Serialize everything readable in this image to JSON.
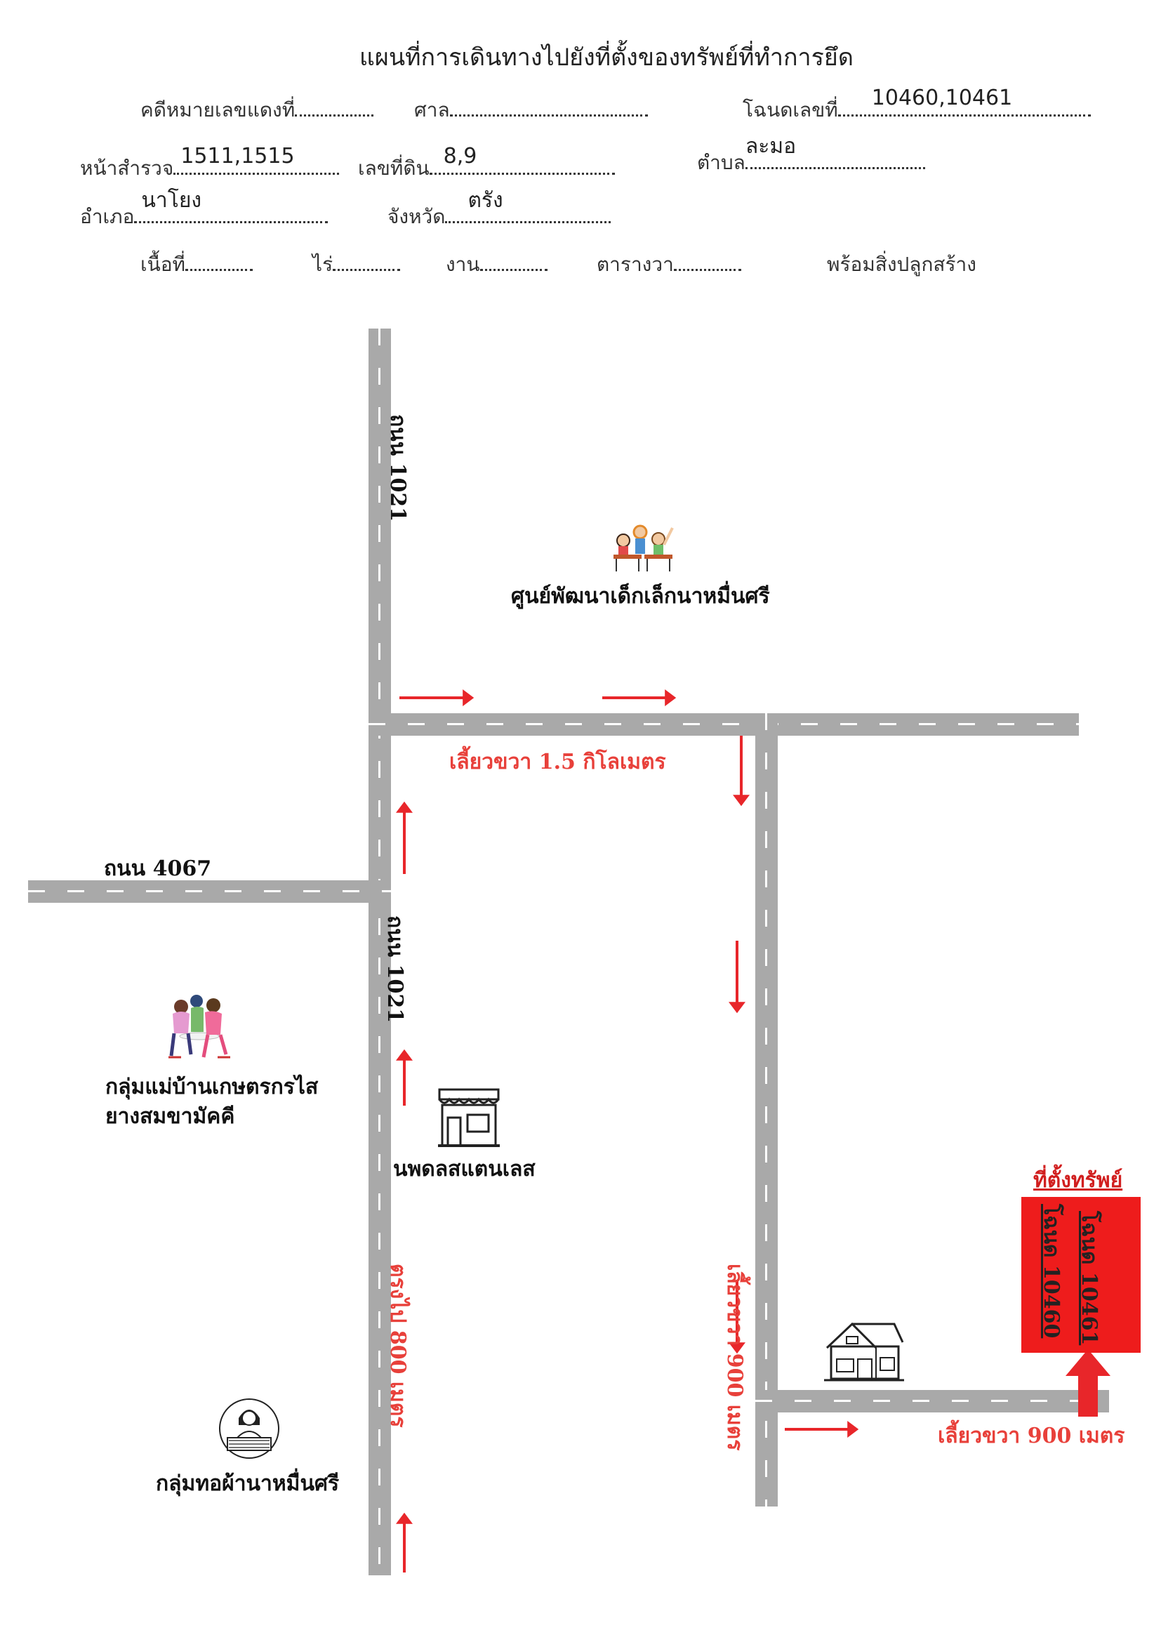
{
  "header": {
    "title": "แผนที่การเดินทางไปยังที่ตั้งของทรัพย์ที่ทำการยึด",
    "case_label": "คดีหมายเลขแดงที่",
    "case_value": "",
    "court_label": "ศาล",
    "court_value": "",
    "deed_label": "โฉนดเลขที่",
    "deed_value": "10460,10461",
    "survey_label": "หน้าสำรวจ",
    "survey_value": "1511,1515",
    "land_no_label": "เลขที่ดิน",
    "land_no_value": "8,9",
    "subdistrict_label": "ตำบล",
    "subdistrict_value": "ละมอ",
    "district_label": "อำเภอ",
    "district_value": "นาโยง",
    "province_label": "จังหวัด",
    "province_value": "ตรัง",
    "area_label": "เนื้อที่",
    "rai_label": "ไร่",
    "ngan_label": "งาน",
    "wa_label": "ตารางวา",
    "structures_label": "พร้อมสิ่งปลูกสร้าง"
  },
  "map": {
    "roads": {
      "road_1021_upper": "ถนน 1021",
      "road_1021_lower": "ถนน 1021",
      "road_4067": "ถนน 4067"
    },
    "landmarks": {
      "child_center": "ศูนย์พัฒนาเด็กเล็กนาหมื่นศรี",
      "housewives_group_line1": "กลุ่มแม่บ้านเกษตรกรไส",
      "housewives_group_line2": "ยางสมขามัคคี",
      "shop": "นพดลสแตนเลส",
      "weaving_group": "กลุ่มทอผ้านาหมื่นศรี"
    },
    "directions": {
      "straight_800": "ตรงไป 800 เมตร",
      "right_1_5km": "เลี้ยวขวา 1.5 กิโลเมตร",
      "right_900_vertical": "เลี้ยวขวา 900 เมตร",
      "right_900_bottom": "เลี้ยวขวา 900 เมตร"
    },
    "property": {
      "heading": "ที่ตั้งทรัพย์",
      "deed_a": "โฉนด 10460",
      "deed_b": "โฉนด 10461"
    },
    "colors": {
      "road": "#a9a9a9",
      "arrow": "#e8262a",
      "property_fill": "#ee1c1c",
      "label_red": "#e8403a"
    },
    "icons": [
      "kids-desk-icon",
      "women-group-icon",
      "shop-icon",
      "weaver-icon",
      "house-icon"
    ]
  }
}
